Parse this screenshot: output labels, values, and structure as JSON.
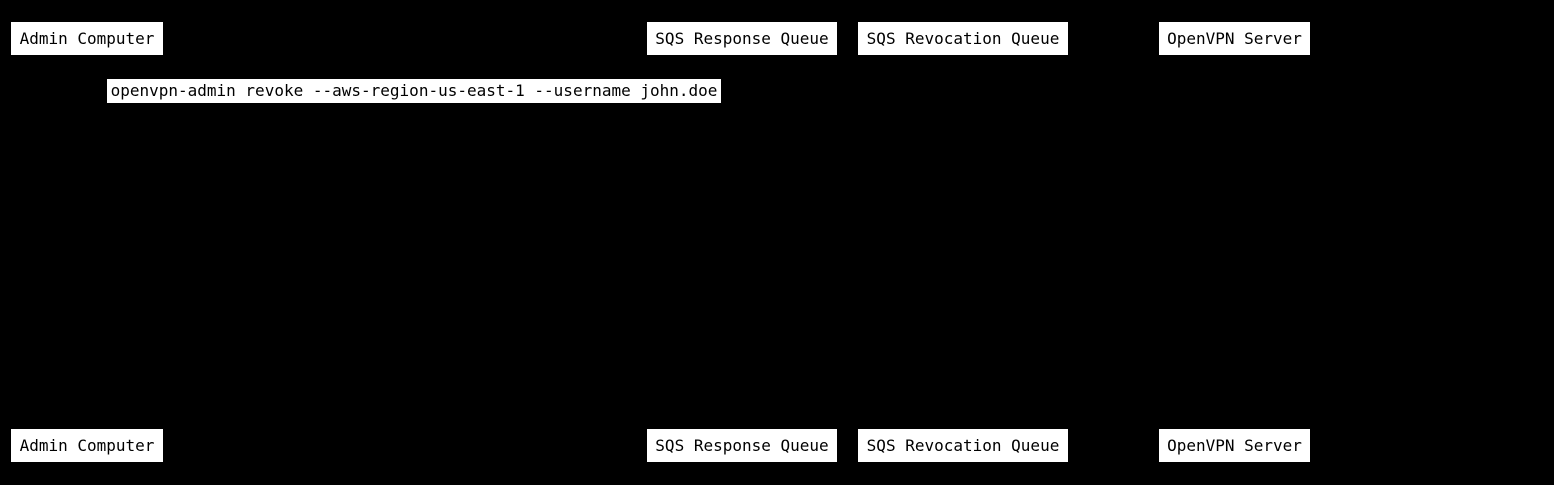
{
  "colors": {
    "background": "#000000",
    "box_fill": "#ffffff",
    "box_border": "#000000",
    "box_text": "#000000"
  },
  "diagram_type": "sequence",
  "participants": [
    {
      "label": "Admin Computer"
    },
    {
      "label": "SQS Response Queue"
    },
    {
      "label": "SQS Revocation Queue"
    },
    {
      "label": "OpenVPN Server"
    }
  ],
  "messages": [
    {
      "label": "openvpn-admin revoke --aws-region-us-east-1 --username john.doe"
    }
  ]
}
